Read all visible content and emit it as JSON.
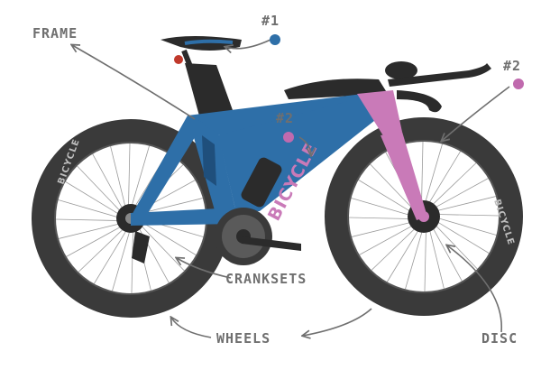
{
  "labels": {
    "frame": "FRAME",
    "marker_top": "#1",
    "marker_right": "#2",
    "marker_mid": "#2",
    "cranksets": "CRANKSETS",
    "wheels": "WHEELS",
    "disc": "DISC"
  },
  "branding": {
    "frame_text": "BICYCLE",
    "rim_text": "BICYCLE"
  },
  "colors": {
    "frame_blue": "#2e6fa8",
    "frame_pink": "#c97ab8",
    "tire_dark": "#3a3a3a",
    "rim_grey": "#5a5a5a",
    "dark_part": "#2b2b2b",
    "label_grey": "#6f6f6f",
    "marker_blue": "#2e6fa8",
    "marker_pink": "#c06aae"
  }
}
